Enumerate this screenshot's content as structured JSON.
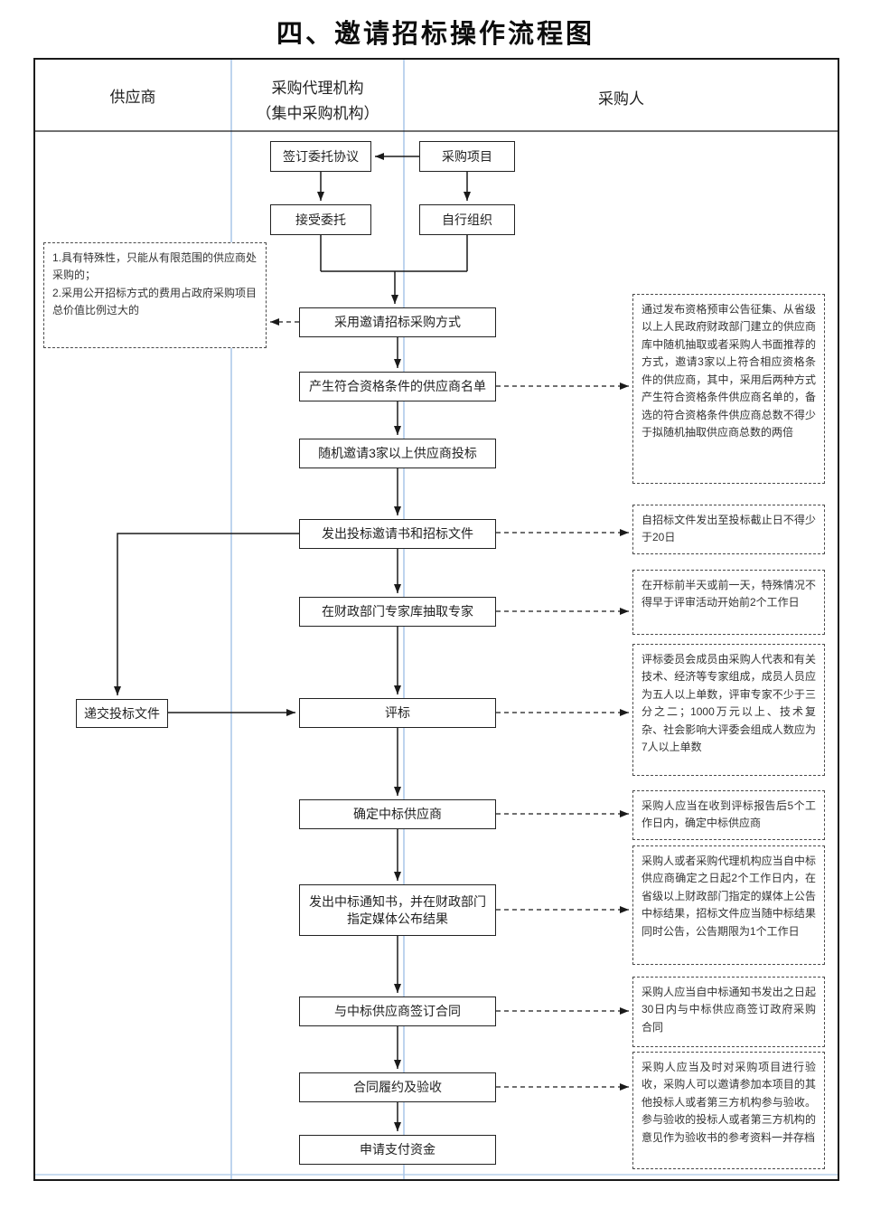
{
  "title": "四、邀请招标操作流程图",
  "lanes": {
    "supplier": "供应商",
    "agency": "采购代理机构\n（集中采购机构）",
    "purchaser": "采购人"
  },
  "boxes": {
    "sign_agreement": "签订委托协议",
    "procurement_project": "采购项目",
    "accept_entrustment": "接受委托",
    "self_organize": "自行组织",
    "method": "采用邀请招标采购方式",
    "supplier_list": "产生符合资格条件的供应商名单",
    "random_invite": "随机邀请3家以上供应商投标",
    "issue_invitation": "发出投标邀请书和招标文件",
    "draw_experts": "在财政部门专家库抽取专家",
    "submit_bid": "递交投标文件",
    "evaluation": "评标",
    "determine_winner": "确定中标供应商",
    "issue_notice": "发出中标通知书，并在财政部门指定媒体公布结果",
    "sign_contract": "与中标供应商签订合同",
    "performance": "合同履约及验收",
    "payment": "申请支付资金"
  },
  "notes": {
    "special": "1.具有特殊性，只能从有限范围的供应商处采购的；\n2.采用公开招标方式的费用占政府采购项目总价值比例过大的",
    "qualification": "通过发布资格预审公告征集、从省级以上人民政府财政部门建立的供应商库中随机抽取或者采购人书面推荐的方式，邀请3家以上符合相应资格条件的供应商，其中，采用后两种方式产生符合资格条件供应商名单的，备选的符合资格条件供应商总数不得少于拟随机抽取供应商总数的两倍",
    "deadline_20days": "自招标文件发出至投标截止日不得少于20日",
    "expert_timing": "在开标前半天或前一天，特殊情况不得早于评审活动开始前2个工作日",
    "committee": "评标委员会成员由采购人代表和有关技术、经济等专家组成，成员人员应为五人以上单数，评审专家不少于三分之二；1000万元以上、技术复杂、社会影响大评委会组成人数应为7人以上单数",
    "confirm_5days": "采购人应当在收到评标报告后5个工作日内，确定中标供应商",
    "announce": "采购人或者采购代理机构应当自中标供应商确定之日起2个工作日内，在省级以上财政部门指定的媒体上公告中标结果，招标文件应当随中标结果同时公告，公告期限为1个工作日",
    "contract_30days": "采购人应当自中标通知书发出之日起30日内与中标供应商签订政府采购合同",
    "acceptance": "采购人应当及时对采购项目进行验收，采购人可以邀请参加本项目的其他投标人或者第三方机构参与验收。参与验收的投标人或者第三方机构的意见作为验收书的参考资料一并存档"
  },
  "colors": {
    "lane_divider": "#a9c6e8",
    "line": "#1a1a1a",
    "border": "#1a1a1a"
  }
}
